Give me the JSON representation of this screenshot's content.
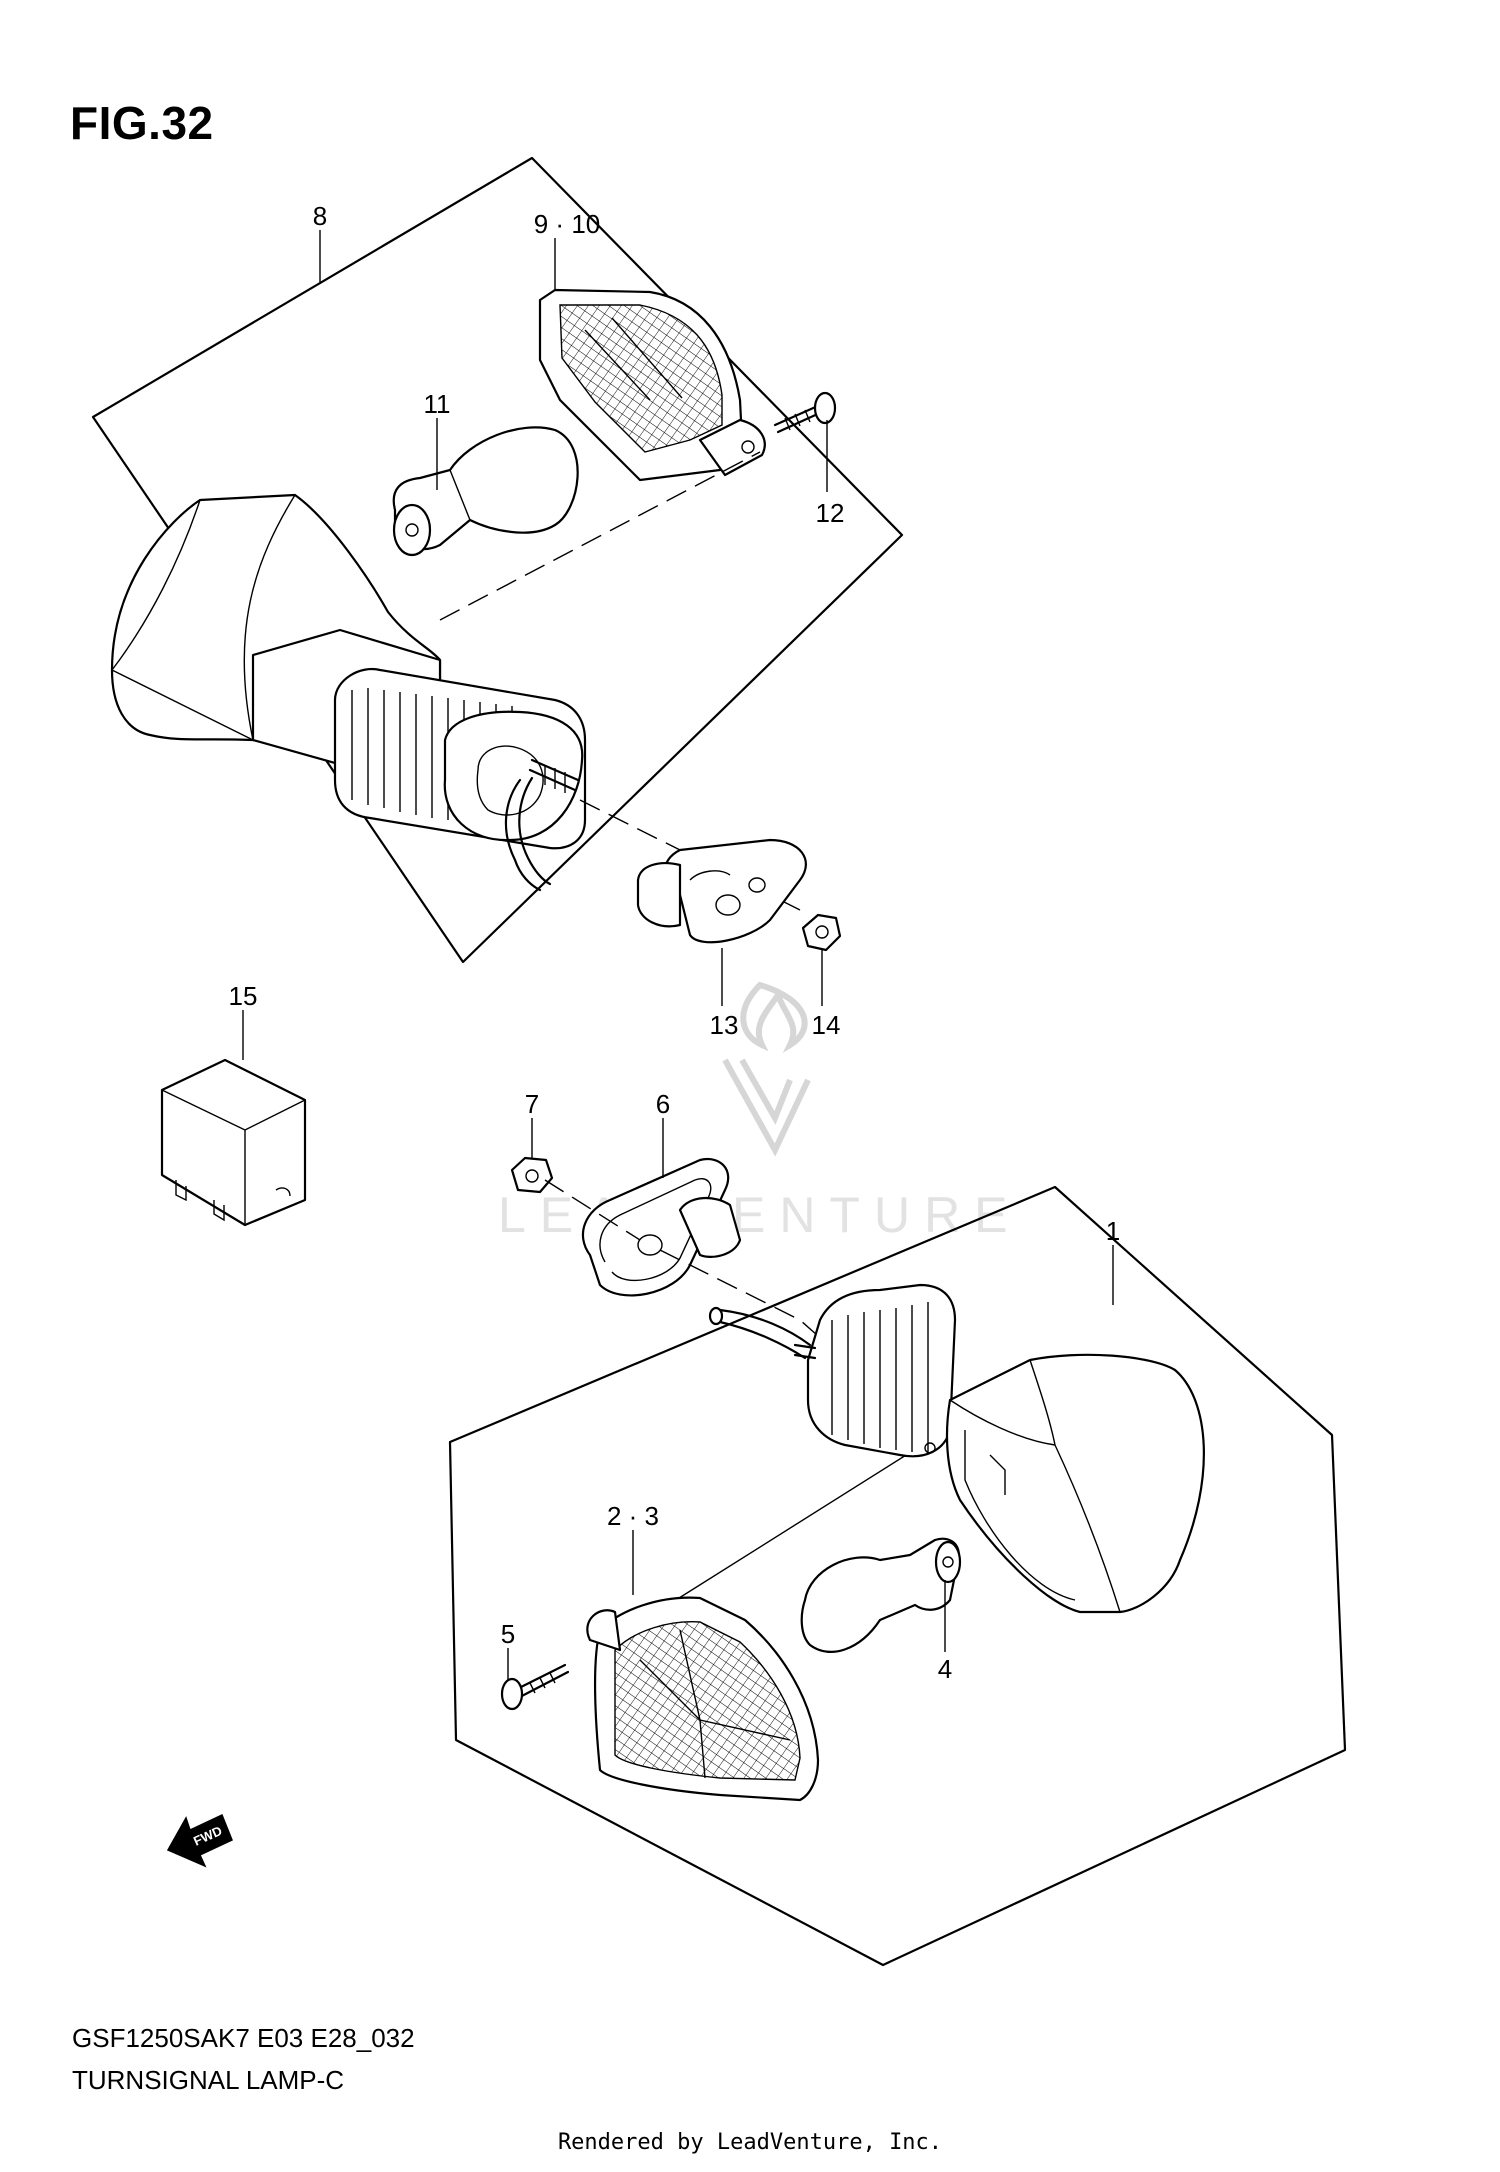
{
  "figure": {
    "title": "FIG.32",
    "model_code": "GSF1250SAK7 E03 E28_032",
    "section_title": "TURNSIGNAL LAMP-C",
    "credit": "Rendered by LeadVenture, Inc.",
    "watermark": "LEADVENTURE"
  },
  "callouts": [
    {
      "id": "1",
      "label": "1"
    },
    {
      "id": "2-3",
      "label": "2 · 3"
    },
    {
      "id": "4",
      "label": "4"
    },
    {
      "id": "5",
      "label": "5"
    },
    {
      "id": "6",
      "label": "6"
    },
    {
      "id": "7",
      "label": "7"
    },
    {
      "id": "8",
      "label": "8"
    },
    {
      "id": "9-10",
      "label": "9 · 10"
    },
    {
      "id": "11",
      "label": "11"
    },
    {
      "id": "12",
      "label": "12"
    },
    {
      "id": "13",
      "label": "13"
    },
    {
      "id": "14",
      "label": "14"
    },
    {
      "id": "15",
      "label": "15"
    }
  ],
  "fwd_marker": {
    "text": "FWD",
    "icon": "fwd-arrow-icon"
  }
}
